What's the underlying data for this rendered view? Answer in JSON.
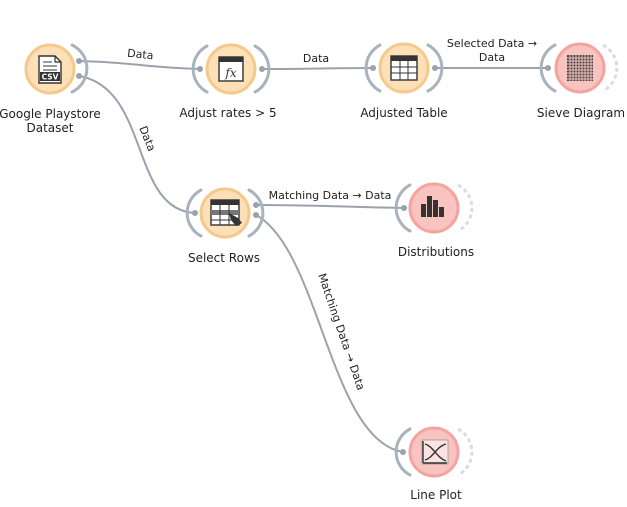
{
  "workflow": {
    "nodes": {
      "dataset": {
        "label_line1": "Google Playstore",
        "label_line2": "Dataset",
        "icon": "csv-file-icon",
        "icon_text": "CSV",
        "ring_color": "#f6c98a",
        "fill_color": "#fde0b8"
      },
      "formula": {
        "label": "Adjust rates > 5",
        "icon": "formula-icon",
        "icon_text": "fx",
        "ring_color": "#f6c98a",
        "fill_color": "#fde0b8"
      },
      "table": {
        "label": "Adjusted Table",
        "icon": "table-icon",
        "ring_color": "#f6c98a",
        "fill_color": "#fde0b8"
      },
      "sieve": {
        "label": "Sieve Diagram",
        "icon": "sieve-grid-icon",
        "ring_color": "#f4a4a0",
        "fill_color": "#f9c3bf"
      },
      "select_rows": {
        "label": "Select Rows",
        "icon": "select-rows-icon",
        "ring_color": "#f6c98a",
        "fill_color": "#fde0b8"
      },
      "distributions": {
        "label": "Distributions",
        "icon": "bar-chart-icon",
        "ring_color": "#f4a4a0",
        "fill_color": "#f9c3bf"
      },
      "line_plot": {
        "label": "Line Plot",
        "icon": "line-plot-icon",
        "ring_color": "#f4a4a0",
        "fill_color": "#f9c3bf"
      }
    },
    "links": {
      "dataset_formula": "Data",
      "formula_table": "Data",
      "table_sieve_line1": "Selected Data →",
      "table_sieve_line2": "Data",
      "dataset_select": "Data",
      "select_distributions": "Matching Data → Data",
      "select_lineplot": "Matching Data → Data"
    },
    "colors": {
      "link": "#9aa3ad",
      "channel": "#a9b3be",
      "icon_dark": "#333333"
    }
  }
}
